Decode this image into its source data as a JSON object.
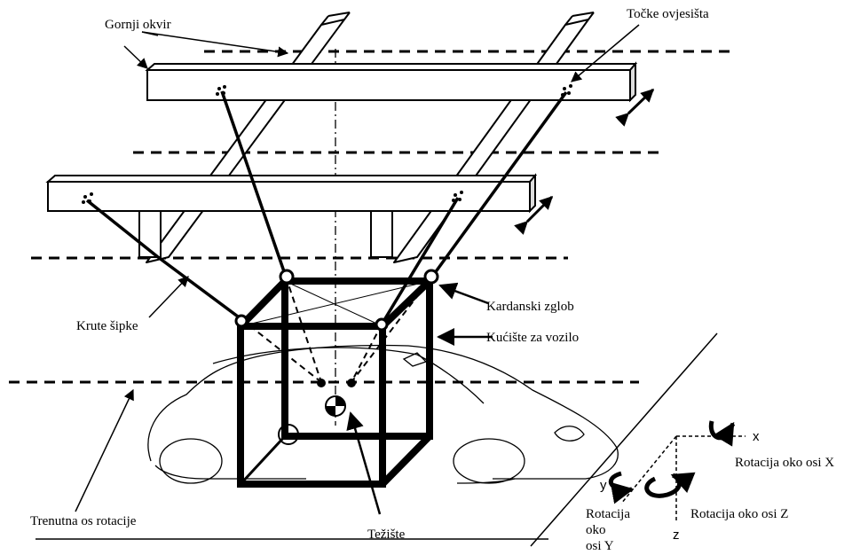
{
  "labels": {
    "gornji_okvir": "Gornji okvir",
    "tocke_ovjesista": "Točke ovjesišta",
    "kardanski_zglob": "Kardanski zglob",
    "kuciste_za_vozilo": "Kućište za vozilo",
    "krute_sipke": "Krute šipke",
    "trenutna_os_rotacije": "Trenutna os rotacije",
    "teziste": "Težište",
    "rotacija_x": "Rotacija oko osi X",
    "rotacija_z": "Rotacija oko osi Z",
    "rotacija_y_line1": "Rotacija",
    "rotacija_y_line2": "oko",
    "rotacija_y_line3": "osi Y"
  },
  "axes": {
    "x": "x",
    "y": "y",
    "z": "z"
  }
}
